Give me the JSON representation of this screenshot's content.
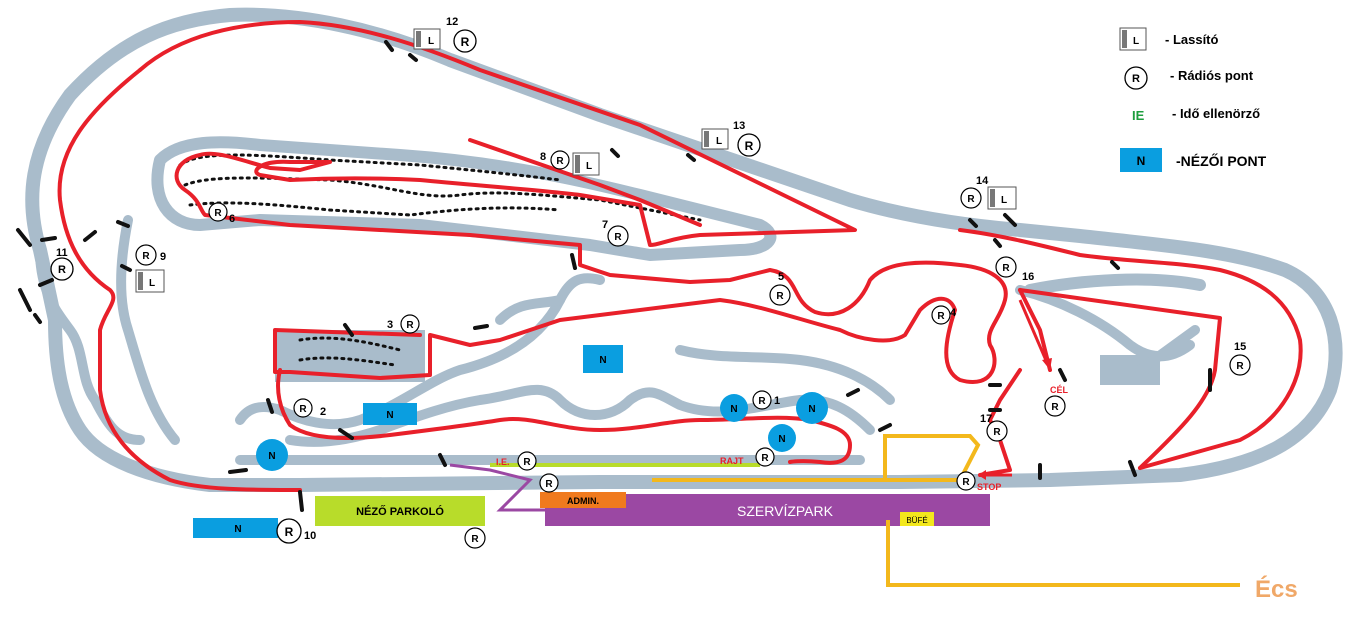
{
  "legend": {
    "lassito_label": "- Lassító",
    "radio_label": "- Rádiós pont",
    "ie_symbol": "IE",
    "ie_label": "- Idő ellenörző",
    "nezoi_symbol": "N",
    "nezoi_label": "-NÉZŐI PONT"
  },
  "symbols": {
    "radio": "R",
    "lassito": "L",
    "spectator": "N"
  },
  "points": {
    "p1": "1",
    "p2": "2",
    "p3": "3",
    "p4": "4",
    "p5": "5",
    "p6": "6",
    "p7": "7",
    "p8": "8",
    "p9": "9",
    "p10": "10",
    "p11": "11",
    "p12": "12",
    "p13": "13",
    "p14": "14",
    "p15": "15",
    "p16": "16",
    "p17": "17"
  },
  "labels": {
    "start": "RAJT",
    "finish": "CÉL",
    "stop": "STOP",
    "ie": "I.E.",
    "admin": "ADMIN.",
    "service_park": "SZERVÍZPARK",
    "parking": "NÉZŐ PARKOLÓ",
    "buffet": "BÜFÉ",
    "town": "Écs"
  },
  "colors": {
    "rally_route": "#e8202a",
    "track": "#a9bccb",
    "spectator": "#0a9ee0",
    "parking": "#b8dc2a",
    "service_park": "#9b48a3",
    "admin": "#f07a1e",
    "access_road": "#f3b81c",
    "ie_text": "#1e9e3e"
  }
}
